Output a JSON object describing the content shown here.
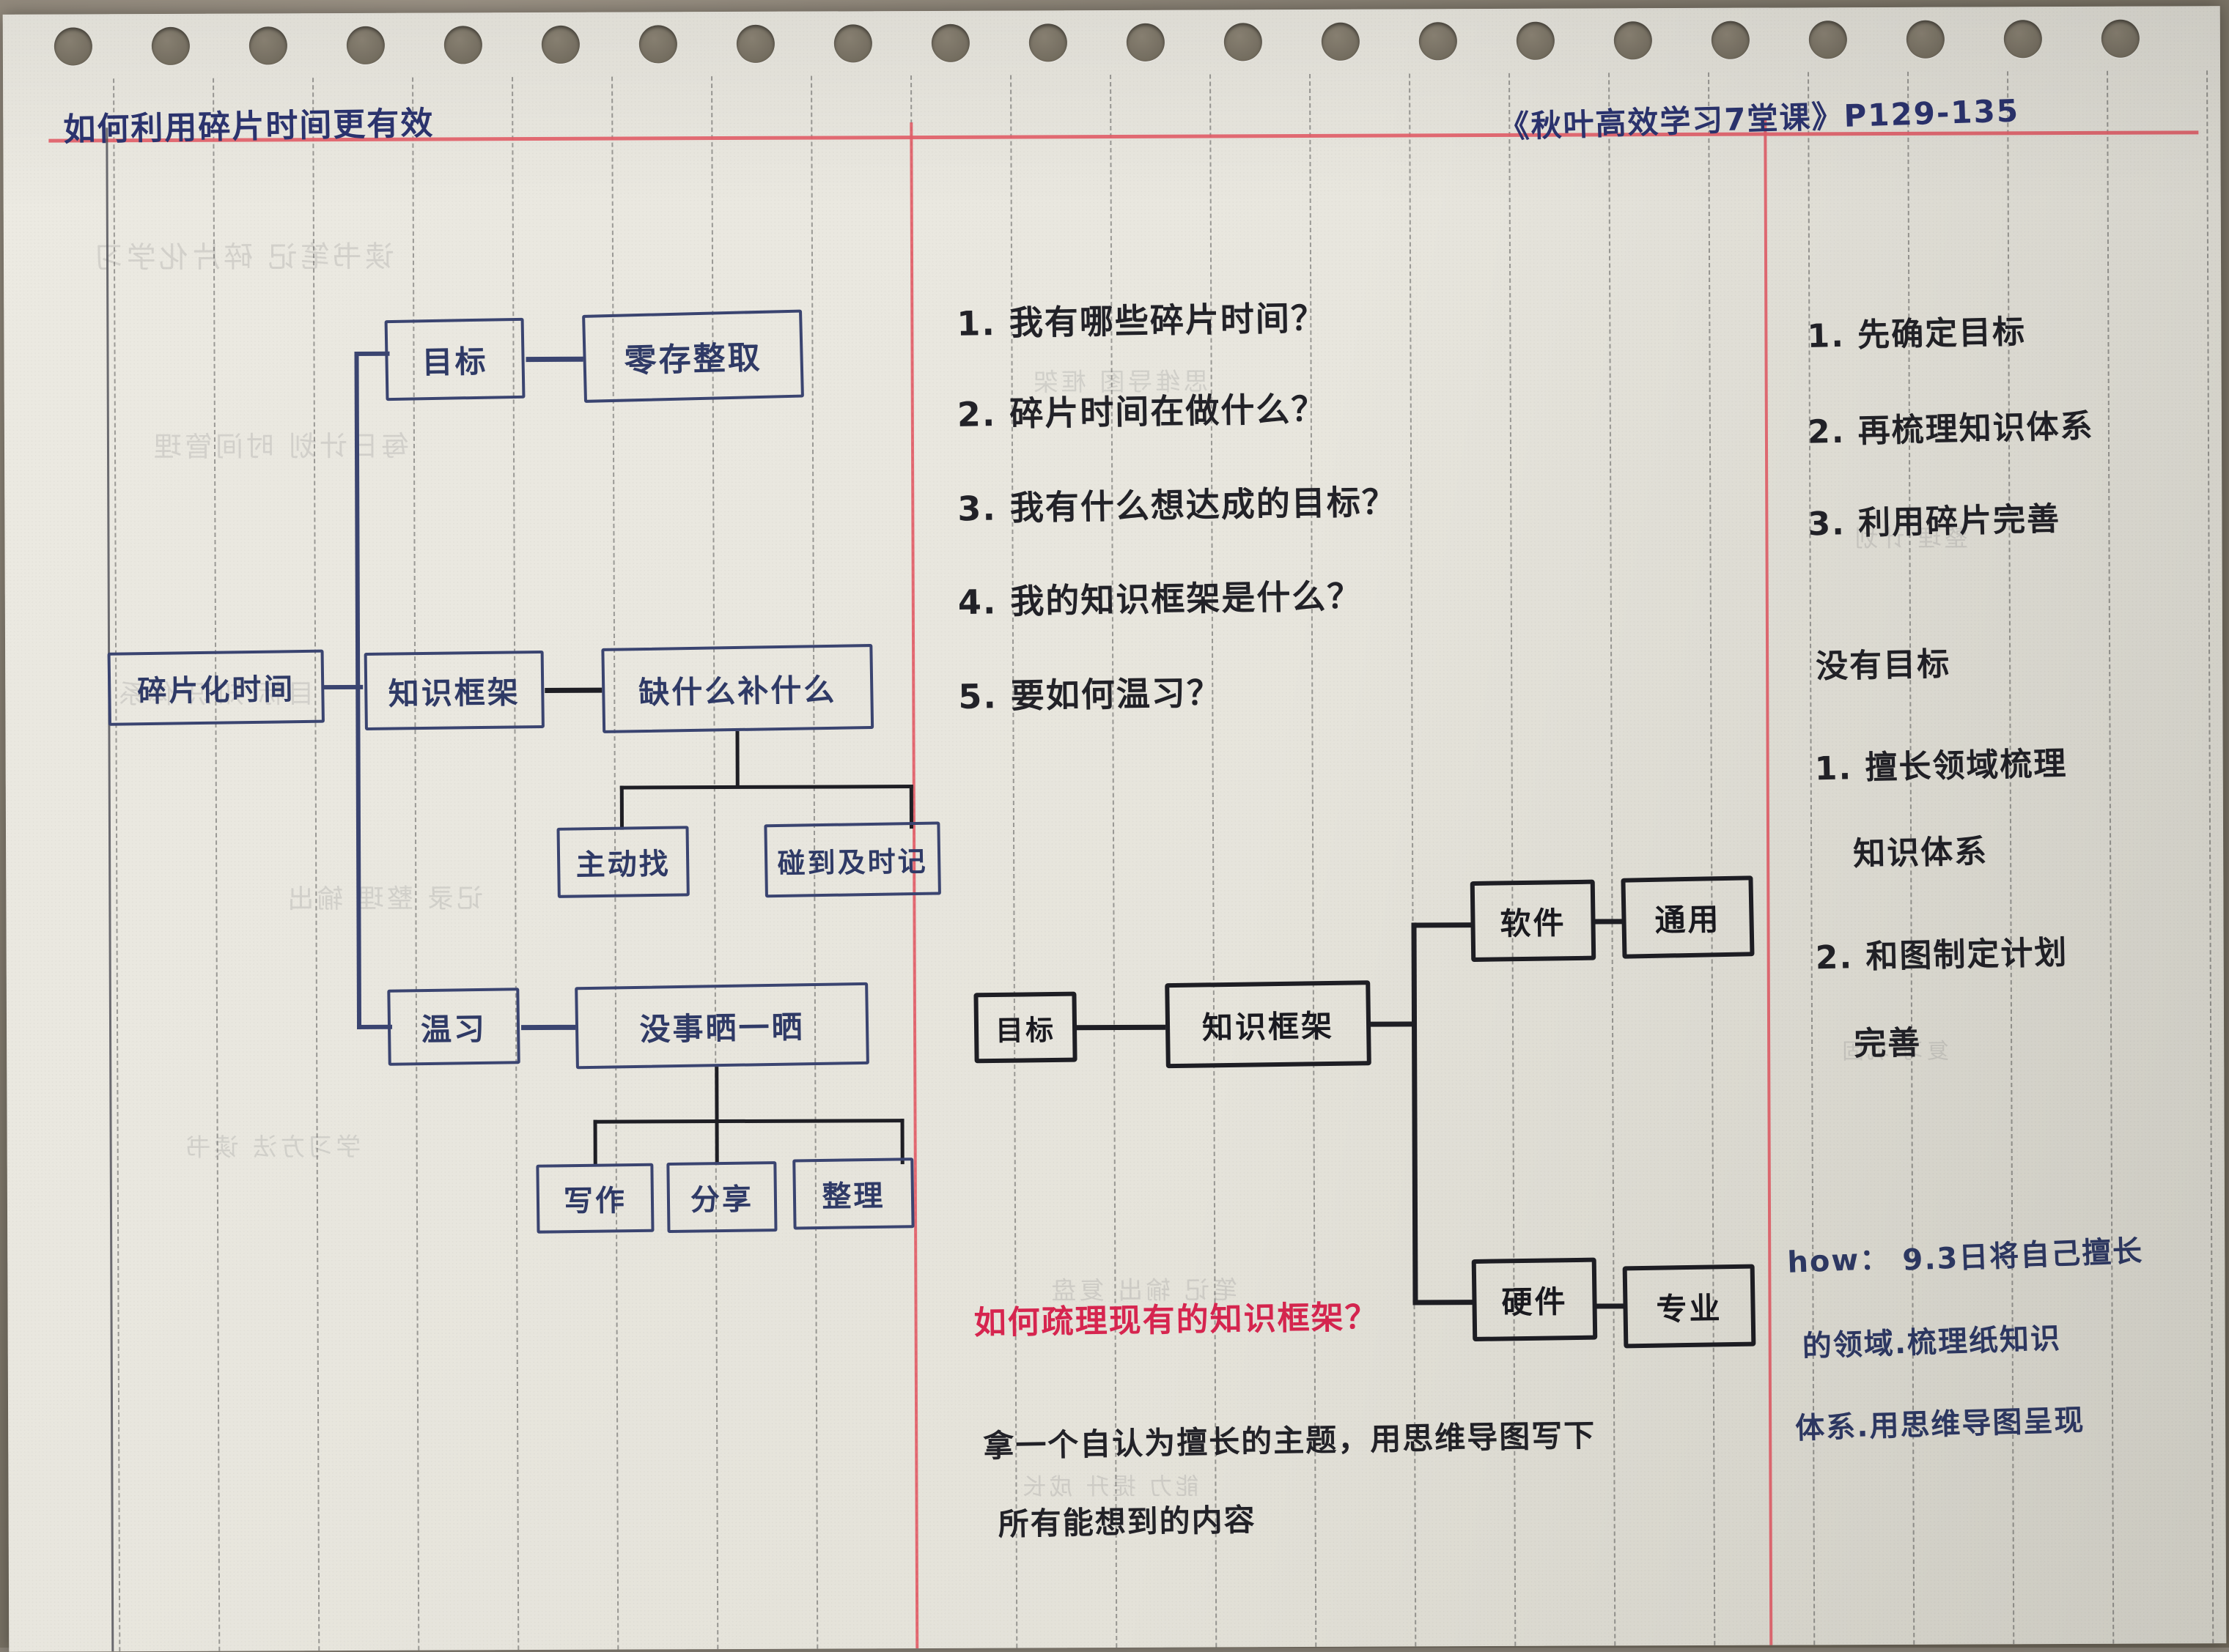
{
  "page": {
    "title": "如何利用碎片时间更有效",
    "source_ref": "《秋叶高效学习7堂课》P129-135"
  },
  "left_column": {
    "mindmap": {
      "root": "碎片化时间",
      "branches": [
        {
          "label": "目标",
          "children": [
            "零存整取"
          ]
        },
        {
          "label": "知识框架",
          "children": [
            "缺什么补什么"
          ],
          "grandchildren": [
            "主动找",
            "碰到及时记"
          ]
        },
        {
          "label": "温习",
          "children": [
            "没事晒一晒"
          ],
          "grandchildren": [
            "写作",
            "分享",
            "整理"
          ]
        }
      ]
    }
  },
  "middle_column": {
    "questions": [
      "1. 我有哪些碎片时间？",
      "2. 碎片时间在做什么？",
      "3. 我有什么想达成的目标？",
      "4. 我的知识框架是什么？",
      "5. 要如何温习？"
    ],
    "diagram": {
      "root": "目标",
      "second": "知识框架",
      "branches": [
        {
          "label": "软件",
          "child": "通用"
        },
        {
          "label": "硬件",
          "child": "专业"
        }
      ]
    },
    "red_question": "如何疏理现有的知识框架？",
    "answer_lines": [
      "拿一个自认为擅长的主题，用思维导图写下",
      "所有能想到的内容"
    ]
  },
  "right_column": {
    "steps": [
      "1. 先确定目标",
      "2. 再梳理知识体系",
      "3. 利用碎片完善"
    ],
    "no_goal_heading": "没有目标",
    "no_goal_items": [
      {
        "line1": "1. 擅长领域梳理",
        "line2": "知识体系"
      },
      {
        "line1": "2. 和图制定计划",
        "line2": "完善"
      }
    ],
    "how_note": {
      "label": "how：",
      "line1": "9.3日将自己擅长",
      "line2": "的领域.梳理纸知识",
      "line3": "体系.用思维导图呈现"
    }
  },
  "colors": {
    "paper": "#e9e7df",
    "red_rule": "#e4616a",
    "blue_ink": "#2f3a66",
    "black_ink": "#1e1e24",
    "red_ink": "#d6254f",
    "desk": "#7d7669"
  }
}
